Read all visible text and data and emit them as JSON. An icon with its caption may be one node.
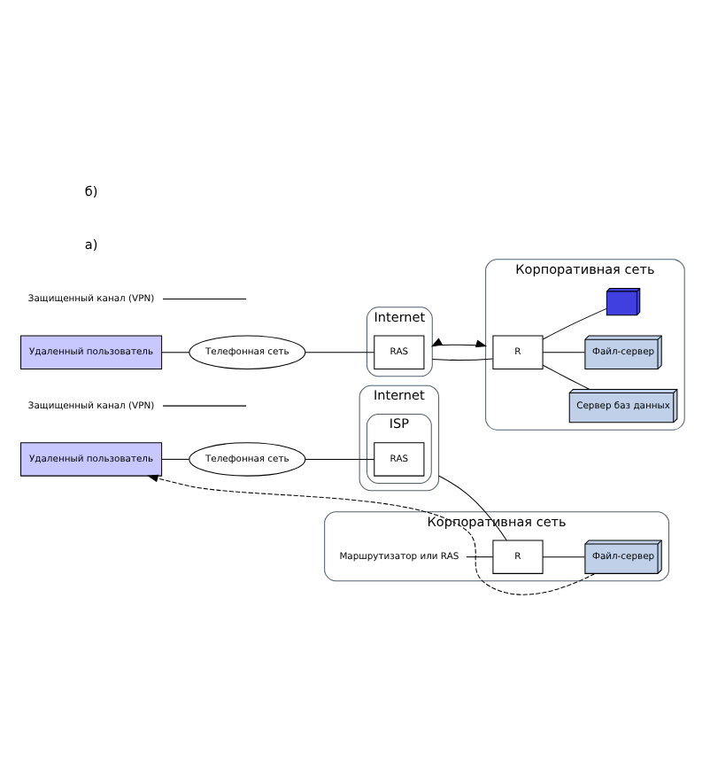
{
  "diagram": {
    "nodes": [
      {
        "text": [
          "Удаленный пользователь"
        ]
      },
      {
        "text": [
          "Телефонная сеть"
        ]
      },
      {
        "text": [
          "Internet"
        ]
      },
      {
        "text": [
          "ISP"
        ],
        "in": 2
      },
      {
        "text": [
          "RAS"
        ],
        "in": 3
      },
      {
        "text": [
          "Корпоративная сеть"
        ]
      },
      {
        "text": [
          "R"
        ],
        "in": 5
      },
      {
        "text": [
          "Файл-сервер"
        ],
        "in": 5
      },
      {
        "text": [
          "Маршрутизатор или RAS"
        ],
        "in": 5
      },
      {
        "text": [
          "Защищенный канал (VPN)"
        ]
      },
      {
        "text": [
          "Удаленный пользователь"
        ]
      },
      {
        "text": [
          "Телефонная сеть"
        ]
      },
      {
        "text": [
          "Internet"
        ]
      },
      {
        "text": [
          "RAS"
        ],
        "in": 12
      },
      {
        "text": [
          "Защищенный канал (VPN)"
        ]
      },
      {
        "text": [
          "Корпоративная сеть"
        ]
      },
      {
        "text": [
          "R"
        ],
        "in": 15
      },
      {
        "text": [
          "Сервер баз данных"
        ],
        "in": 15
      },
      {
        "text": [
          "Файл-сервер"
        ],
        "in": 15
      },
      {
        "text": [],
        "shape": "computer",
        "in": 15
      }
    ],
    "edges": [
      {
        "from": 0,
        "to": 1,
        "arrow": "none"
      },
      {
        "from": 1,
        "to": 4,
        "arrow": "none"
      },
      {
        "from": 2,
        "to": 6,
        "arrow": "none"
      },
      {
        "from": 6,
        "to": 7,
        "arrow": "none"
      },
      {
        "from": 8,
        "to": 6,
        "arrow": "none"
      },
      {
        "from": 7,
        "to": 0,
        "arrow": "to",
        "style": "dashed"
      },
      {
        "from": 9,
        "to": null,
        "arrow": "none"
      },
      {
        "from": 10,
        "to": 11,
        "arrow": "none"
      },
      {
        "from": 11,
        "to": 13,
        "arrow": "none"
      },
      {
        "from": 12,
        "to": 16,
        "arrow": "none"
      },
      {
        "from": 12,
        "to": 15,
        "arrow": "both"
      },
      {
        "from": 14,
        "to": null,
        "arrow": "none"
      },
      {
        "from": 16,
        "to": 17,
        "arrow": "none"
      },
      {
        "from": 16,
        "to": 18,
        "arrow": "none"
      },
      {
        "from": 16,
        "to": 19,
        "arrow": "none"
      }
    ],
    "labels": [
      "а)",
      "б)"
    ]
  }
}
